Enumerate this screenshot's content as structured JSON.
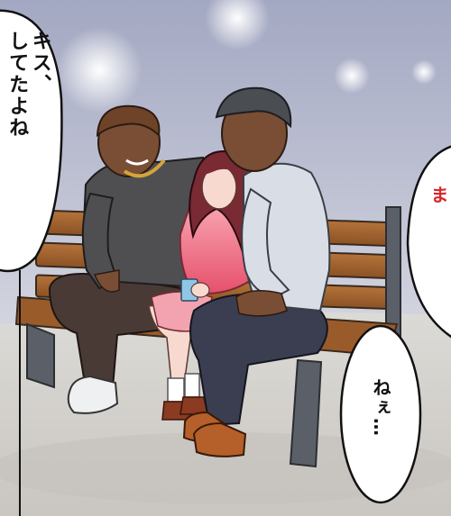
{
  "panel": {
    "speech_left": {
      "text": "キス、\nしてたよね"
    },
    "speech_right": {
      "text": "ねぇ…"
    },
    "speech_edge": {
      "text": "み\nま"
    }
  },
  "colors": {
    "sky_top": "#a7acc4",
    "sky_bottom": "#e9e9ef",
    "ground": "#d8d6d2",
    "bench_wood": "#a9652e",
    "bench_frame": "#5b6068",
    "left_man_shirt": "#4f4f52",
    "left_man_pants": "#4a3a36",
    "woman_hair": "#7a2a33",
    "woman_top": "#ef6d82",
    "right_man_shirt": "#d9dee6",
    "right_man_pants": "#3a3e50",
    "skin_dark": "#7a4e35",
    "skin_light": "#f7d9cf",
    "edge_text_red": "#d8262a"
  }
}
